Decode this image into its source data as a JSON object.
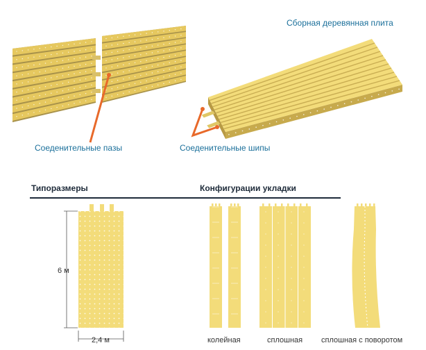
{
  "title": "Сборная деревянная плита",
  "callouts": {
    "grooves": "Соеденительные пазы",
    "tenons": "Соеденительные шипы"
  },
  "sections": {
    "sizes": "Типоразмеры",
    "configs": "Конфигурации укладки"
  },
  "dimensions": {
    "height": "6 м",
    "width": "2,4 м"
  },
  "configurations": [
    {
      "label": "колейная"
    },
    {
      "label": "сплошная"
    },
    {
      "label": "сплошная с поворотом"
    }
  ],
  "colors": {
    "wood_light": "#f3dc7a",
    "wood_mid": "#e6c85f",
    "wood_dark": "#a8924b",
    "wood_edge": "#c7aa4d",
    "accent": "#e8692a",
    "text_blue": "#1a6f9a",
    "heading": "#1e2b3a"
  }
}
